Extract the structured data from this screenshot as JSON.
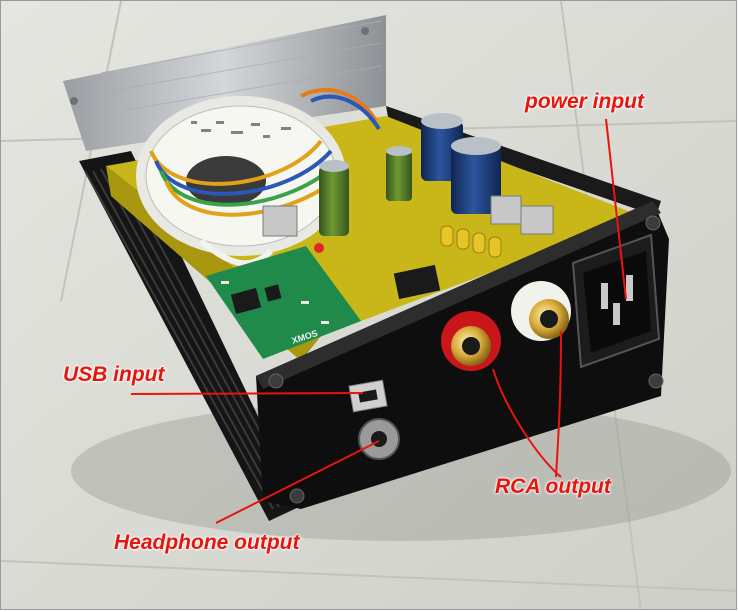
{
  "labels": {
    "power_input": "power input",
    "usb_input": "USB input",
    "rca_output": "RCA output",
    "headphone_output": "Headphone output"
  },
  "pcb_chip_text": "XMOS",
  "colors": {
    "callout": "#e8150e",
    "chassis": "#0e0e0e",
    "pcb_main": "#c9b71a",
    "pcb_usb_board": "#1f8a4a",
    "rca_left": "#c8161a",
    "rca_right": "#f2f2ec",
    "capacitor": "#1c3d7a",
    "floor": "#dcdcd6"
  }
}
